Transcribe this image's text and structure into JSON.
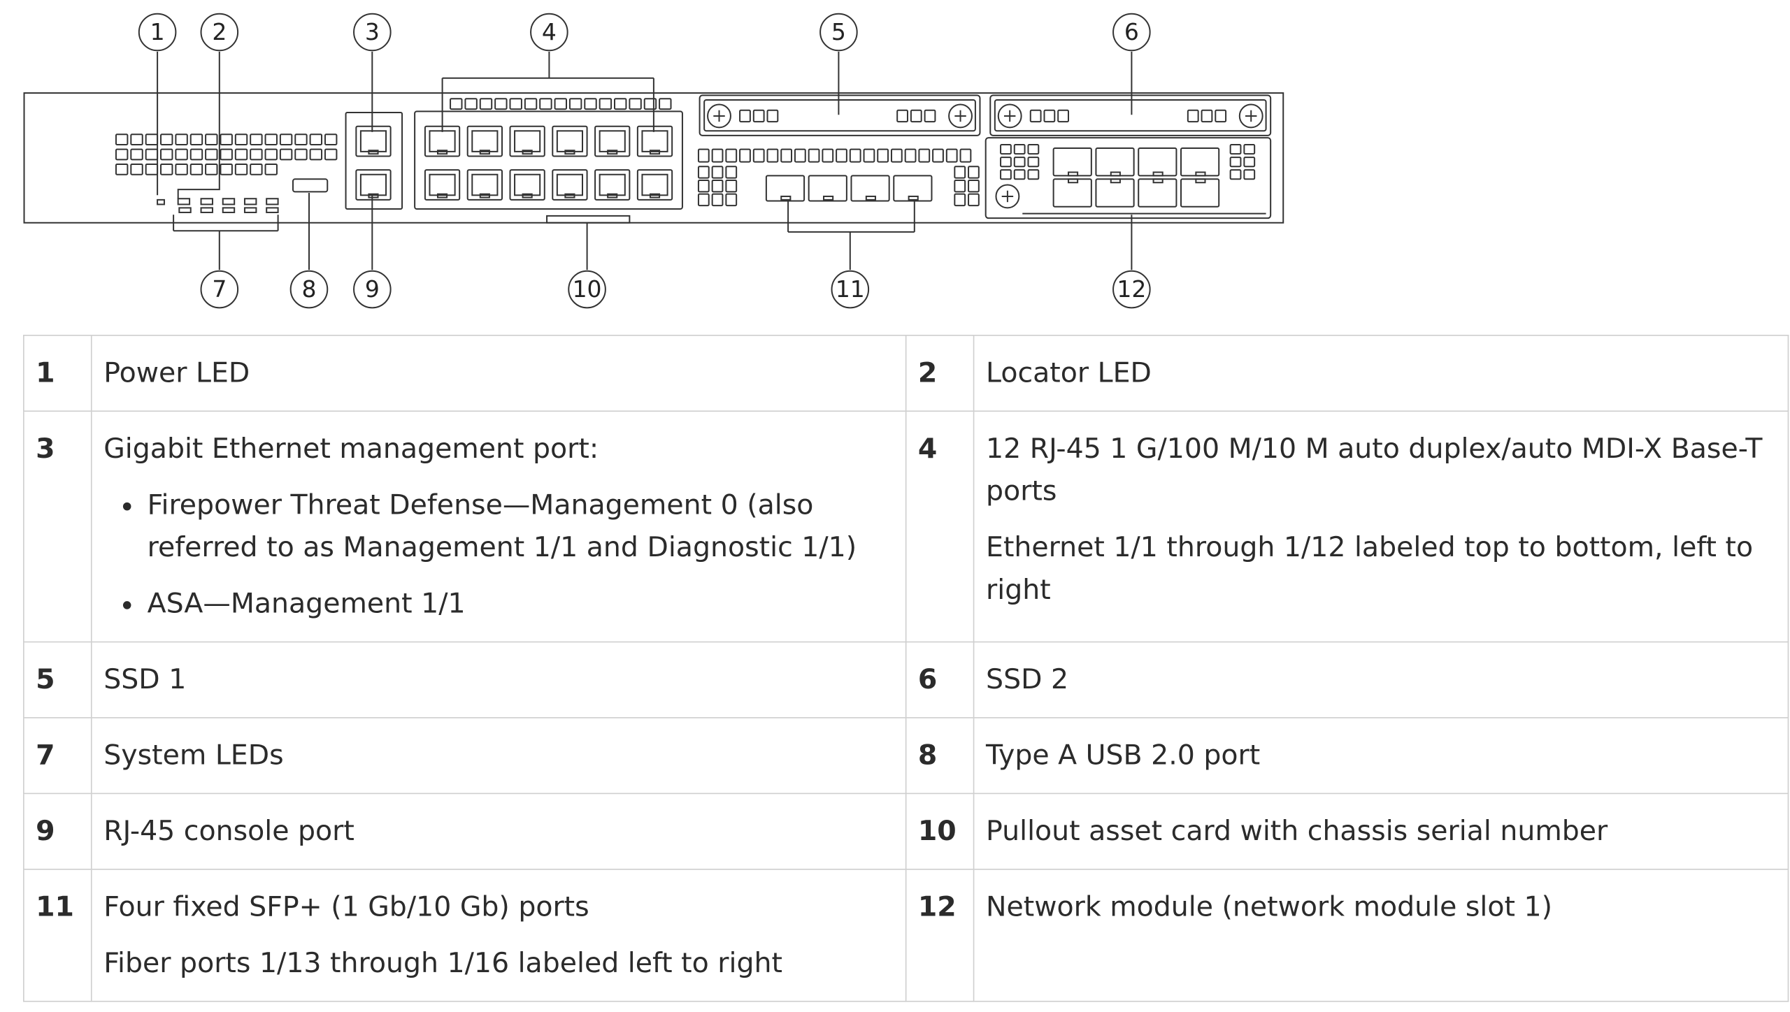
{
  "callouts": [
    "1",
    "2",
    "3",
    "4",
    "5",
    "6",
    "7",
    "8",
    "9",
    "10",
    "11",
    "12"
  ],
  "legend": {
    "rows": [
      {
        "left": {
          "num": "1",
          "title": "Power LED"
        },
        "right": {
          "num": "2",
          "title": "Locator LED"
        }
      },
      {
        "left": {
          "num": "3",
          "title": "Gigabit Ethernet management port:",
          "bullets": [
            "Firepower Threat Defense—Management 0 (also referred to as Management 1/1 and Diagnostic 1/1)",
            "ASA—Management 1/1"
          ]
        },
        "right": {
          "num": "4",
          "title": "12 RJ-45 1 G/100 M/10 M auto duplex/auto MDI-X Base-T ports",
          "detail": "Ethernet 1/1 through 1/12 labeled top to bottom, left to right"
        }
      },
      {
        "left": {
          "num": "5",
          "title": "SSD 1"
        },
        "right": {
          "num": "6",
          "title": "SSD 2"
        }
      },
      {
        "left": {
          "num": "7",
          "title": "System LEDs"
        },
        "right": {
          "num": "8",
          "title": "Type A USB 2.0 port"
        }
      },
      {
        "left": {
          "num": "9",
          "title": "RJ-45 console port"
        },
        "right": {
          "num": "10",
          "title": "Pullout asset card with chassis serial number"
        }
      },
      {
        "left": {
          "num": "11",
          "title": "Four fixed SFP+ (1 Gb/10 Gb) ports",
          "detail": "Fiber ports 1/13 through 1/16 labeled left to right"
        },
        "right": {
          "num": "12",
          "title": "Network module (network module slot 1)"
        }
      }
    ]
  }
}
